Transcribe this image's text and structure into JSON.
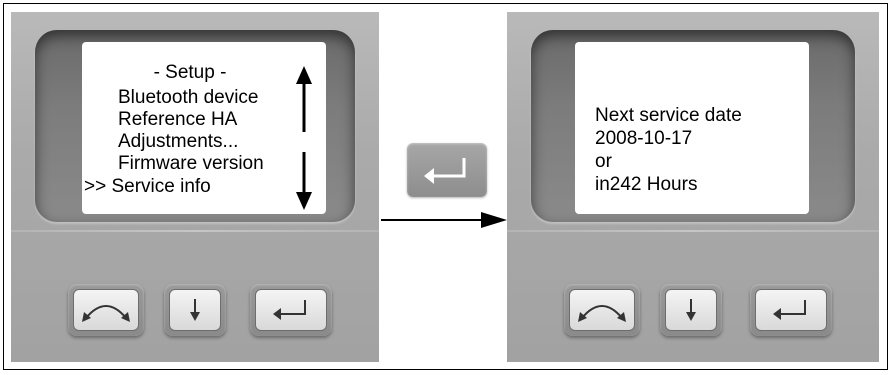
{
  "left_panel": {
    "menu_title": "- Setup -",
    "items": [
      {
        "label": "Bluetooth device"
      },
      {
        "label": "Reference HA"
      },
      {
        "label": "Adjustments..."
      },
      {
        "label": "Firmware version"
      },
      {
        "label": ">> Service info"
      }
    ],
    "scroll_up_icon": "arrow-up-icon",
    "scroll_down_icon": "arrow-down-icon"
  },
  "right_panel": {
    "lines": [
      "Next service date",
      "2008-10-17",
      "or",
      "in242 Hours"
    ]
  },
  "buttons": [
    {
      "name": "toggle-button",
      "icon": "curved-double-arrow-icon"
    },
    {
      "name": "down-button",
      "icon": "arrow-down-icon"
    },
    {
      "name": "enter-button",
      "icon": "enter-arrow-icon"
    }
  ],
  "transition": {
    "key_icon": "enter-arrow-icon",
    "arrow_icon": "arrow-right-icon"
  },
  "colors": {
    "device": "#aaaaaa",
    "screen": "#ffffff",
    "button_face": "#eeeeee"
  }
}
